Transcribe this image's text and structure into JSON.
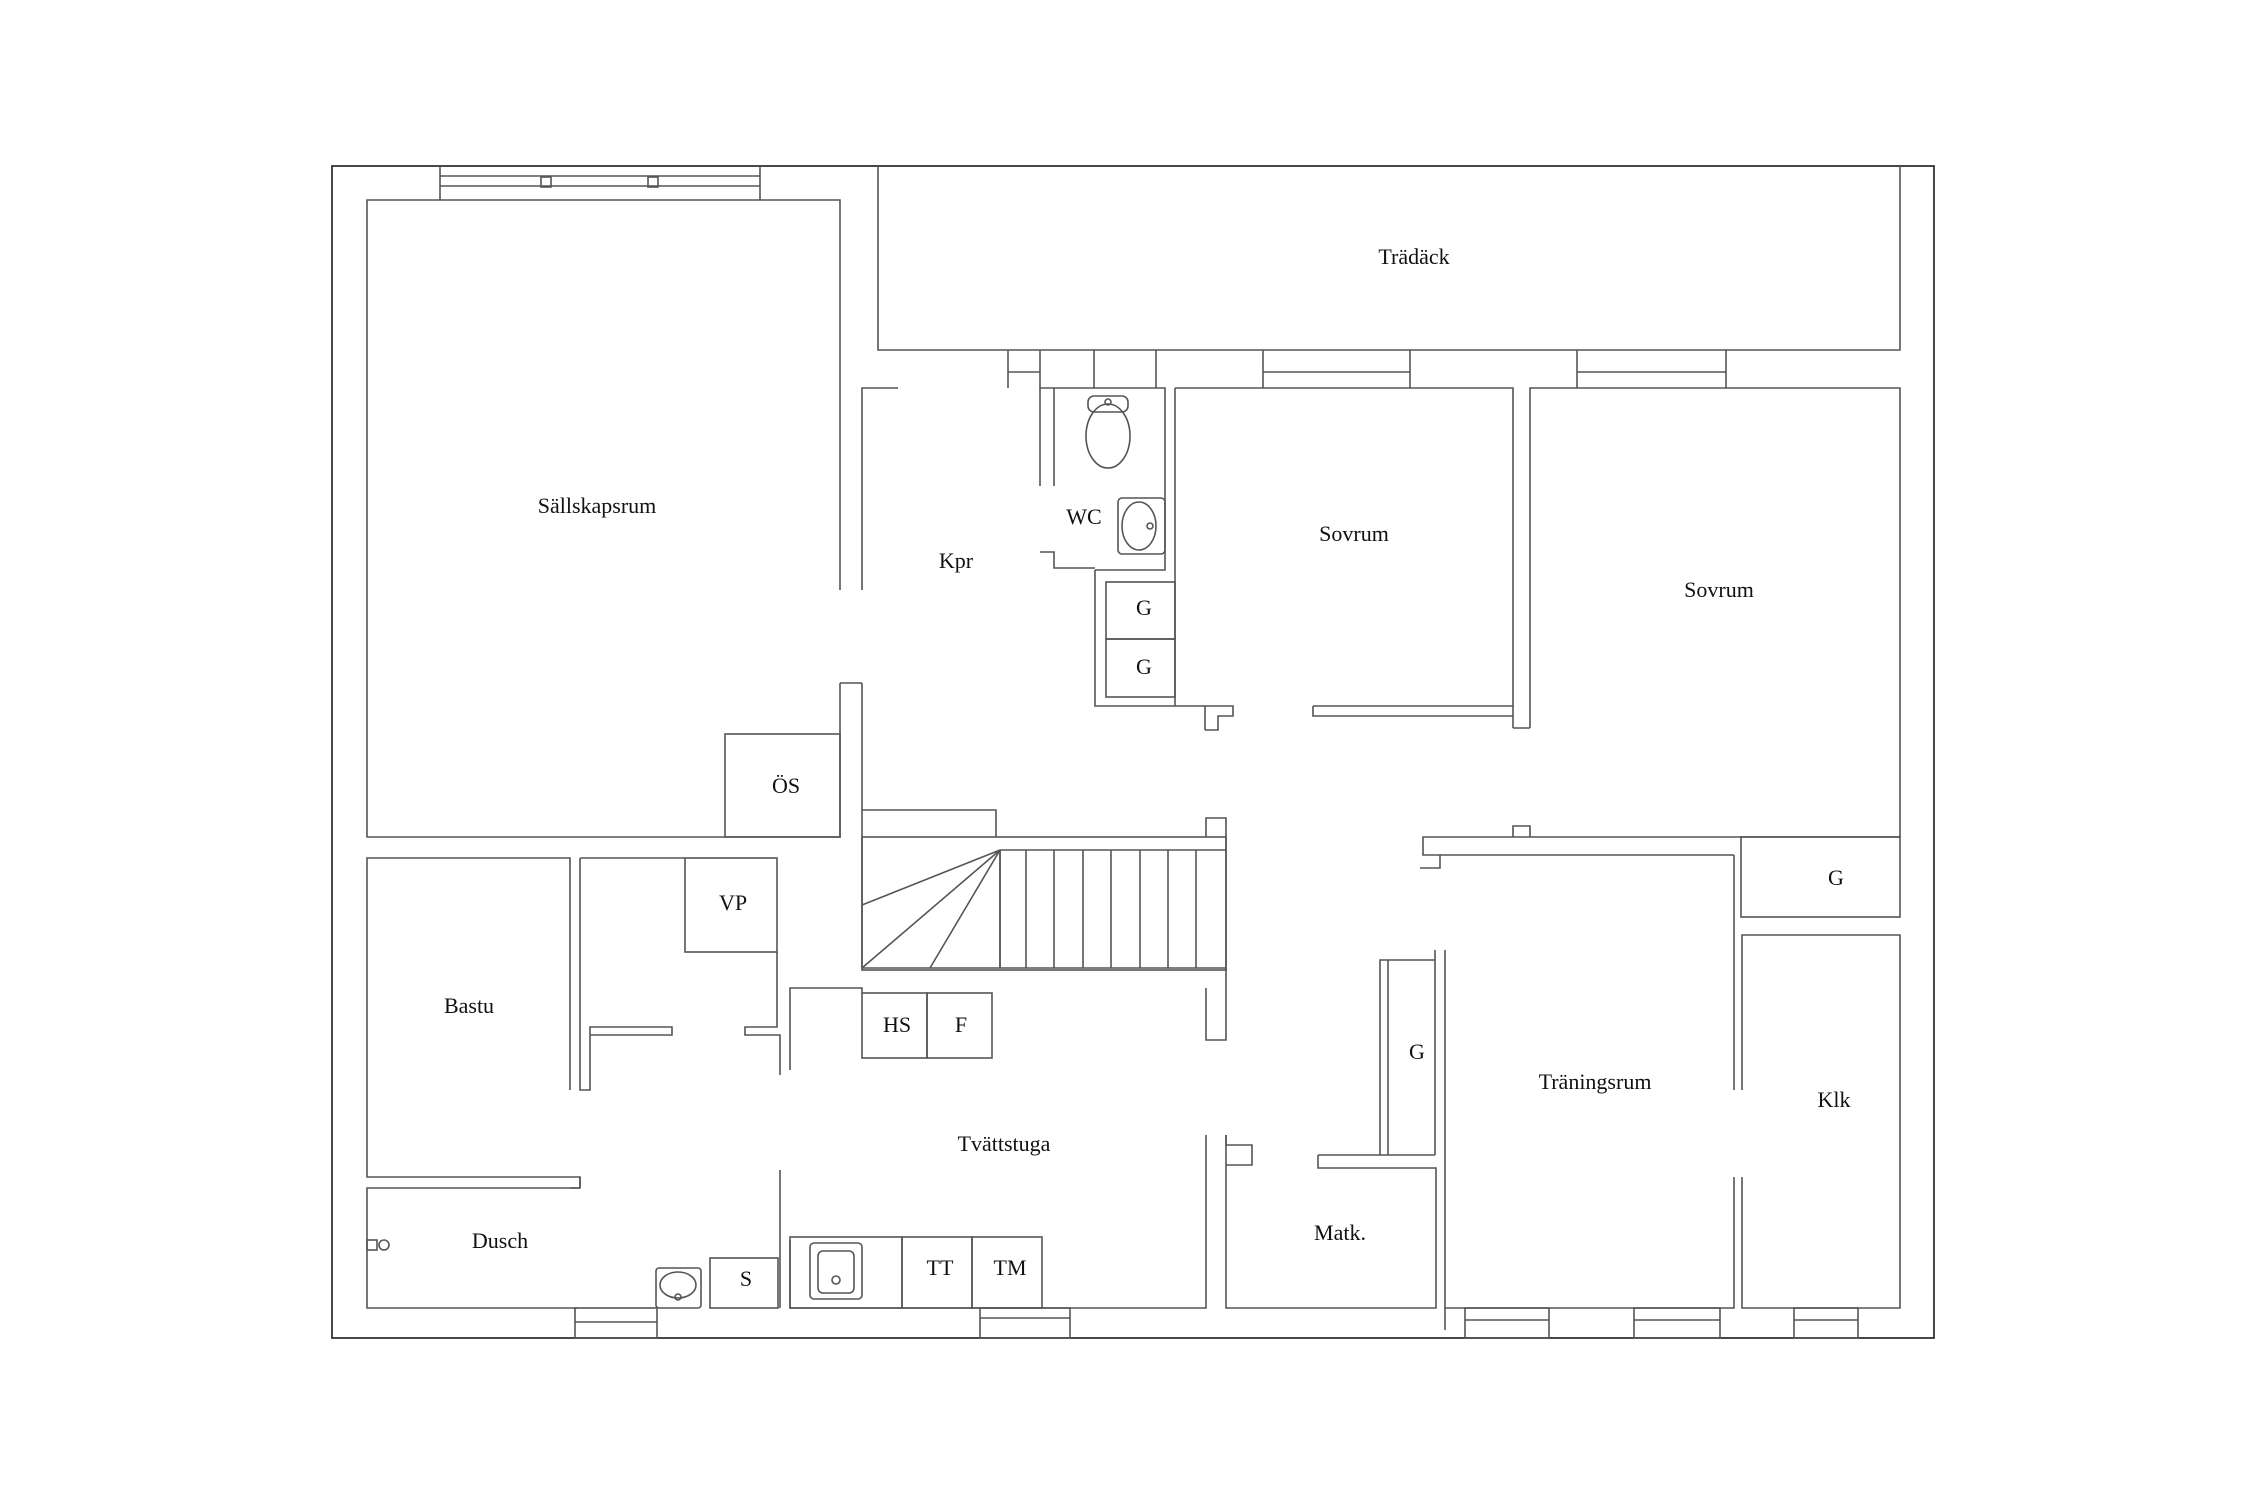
{
  "floor_plan": {
    "rooms": {
      "sallskapsrum": "Sällskapsrum",
      "tradack": "Trädäck",
      "kpr": "Kpr",
      "wc": "WC",
      "sovrum_1": "Sovrum",
      "sovrum_2": "Sovrum",
      "oppen_spis": "ÖS",
      "vp": "VP",
      "bastu": "Bastu",
      "hs": "HS",
      "f": "F",
      "tvattstuga": "Tvättstuga",
      "dusch": "Dusch",
      "s": "S",
      "tt": "TT",
      "tm": "TM",
      "matk": "Matk.",
      "traningsrum": "Träningsrum",
      "klk": "Klk"
    },
    "wardrobes": {
      "g_1": "G",
      "g_2": "G",
      "g_3": "G",
      "g_4": "G"
    }
  }
}
